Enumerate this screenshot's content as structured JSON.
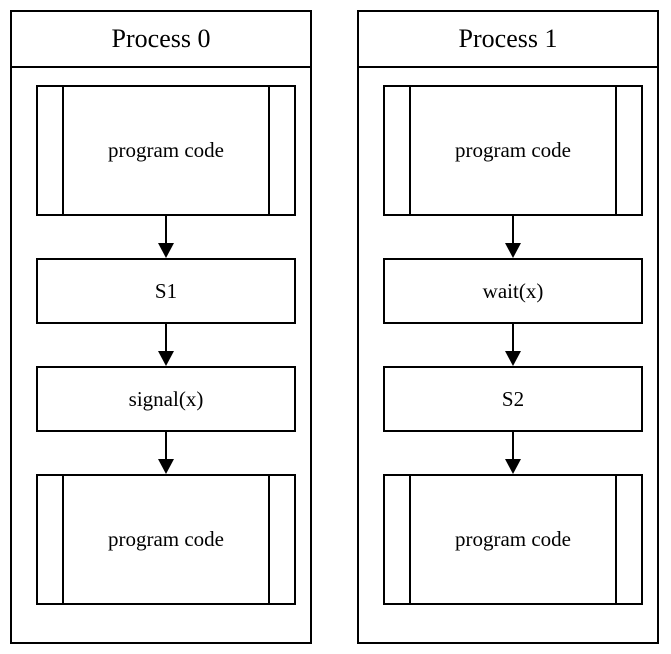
{
  "processes": [
    {
      "title": "Process 0",
      "steps": [
        "program code",
        "S1",
        "signal(x)",
        "program code"
      ]
    },
    {
      "title": "Process 1",
      "steps": [
        "program code",
        "wait(x)",
        "S2",
        "program code"
      ]
    }
  ]
}
